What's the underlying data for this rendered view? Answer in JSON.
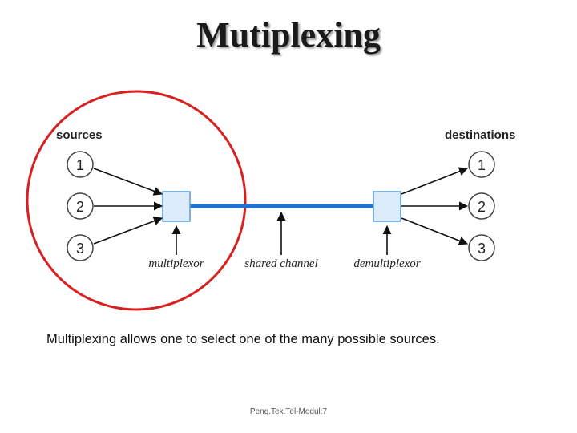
{
  "title": "Mutiplexing",
  "diagram": {
    "sources_label": "sources",
    "destinations_label": "destinations",
    "sources": [
      "1",
      "2",
      "3"
    ],
    "destinations": [
      "1",
      "2",
      "3"
    ],
    "multiplexor_label": "multiplexor",
    "channel_label": "shared channel",
    "demultiplexor_label": "demultiplexor",
    "colors": {
      "channel": "#1e73d8",
      "highlight": "#d92020",
      "box_border": "#5a9bd5",
      "box_fill": "#dcecfa"
    }
  },
  "caption": "Multiplexing allows one to select one of the many possible sources.",
  "footer": "Peng.Tek.Tel-Modul:7"
}
